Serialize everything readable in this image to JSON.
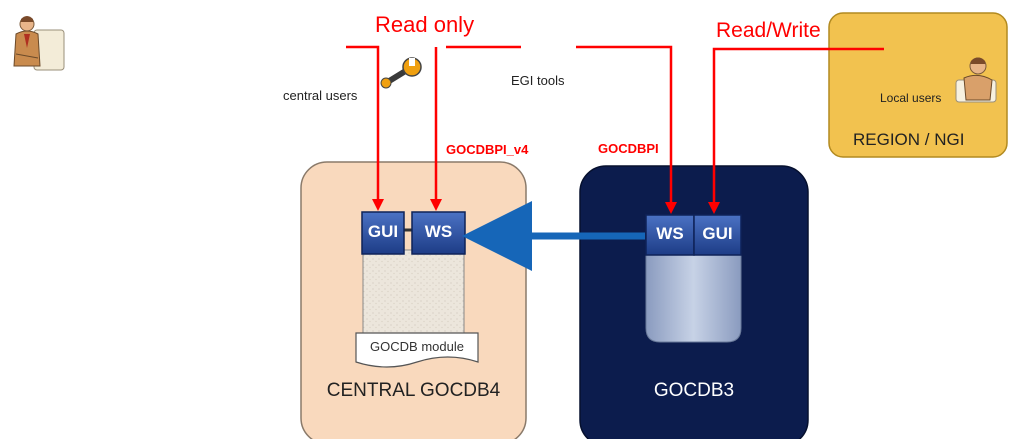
{
  "labels": {
    "read_only": "Read only",
    "read_write": "Read/Write",
    "central_users": "central users",
    "egi_tools": "EGI tools",
    "local_users": "Local users",
    "gocdbpi_v4": "GOCDBPI_v4",
    "gocdbpi": "GOCDBPI"
  },
  "central": {
    "title": "CENTRAL GOCDB4",
    "gui": "GUI",
    "ws": "WS",
    "module": "GOCDB module"
  },
  "gocdb3": {
    "title": "GOCDB3",
    "ws": "WS",
    "gui": "GUI"
  },
  "region": {
    "title": "REGION / NGI"
  },
  "colors": {
    "red": "#ff0000",
    "navy": "#0c1c4d",
    "peach": "#f9d9bd",
    "gold": "#f2c24f",
    "tile_blue": "#2a4fa0",
    "arrow_blue": "#1666b8"
  },
  "icons": [
    "person-icon",
    "wrench-icon",
    "person-icon"
  ]
}
